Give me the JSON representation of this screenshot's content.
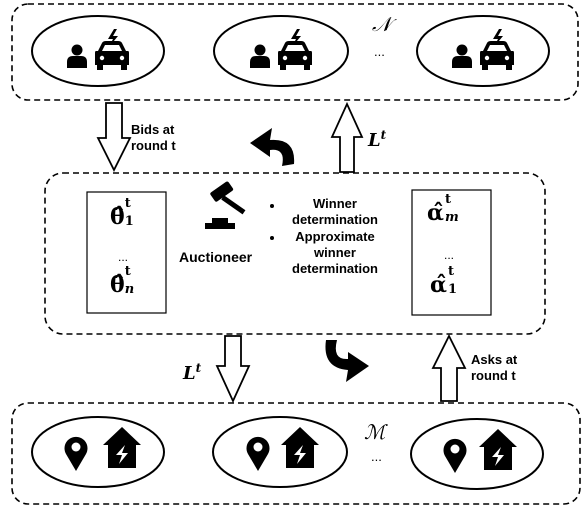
{
  "sets": {
    "top_symbol": "𝒩",
    "bottom_symbol": "ℳ"
  },
  "ellipsis": "...",
  "flows": {
    "bids_line1": "Bids at",
    "bids_line2": "round t",
    "asks_line1": "Asks at",
    "asks_line2": "round t",
    "L_main": "L",
    "L_sup": "t"
  },
  "auctioneer": {
    "label": "Auctioneer",
    "bullet_1": [
      "Winner",
      "determination"
    ],
    "bullet_2": [
      "Approximate",
      "winner",
      "determination"
    ]
  },
  "theta_box": {
    "base": "θ̂",
    "sup": "t",
    "sub_first": "1",
    "sub_last": "n",
    "dots": "..."
  },
  "alpha_box": {
    "base": "α̂",
    "sup": "t",
    "sub_first": "m",
    "sub_last": "1",
    "dots": "..."
  },
  "icons": [
    "person-icon",
    "electric-car-icon",
    "location-pin-icon",
    "charging-station-icon",
    "gavel-icon"
  ]
}
